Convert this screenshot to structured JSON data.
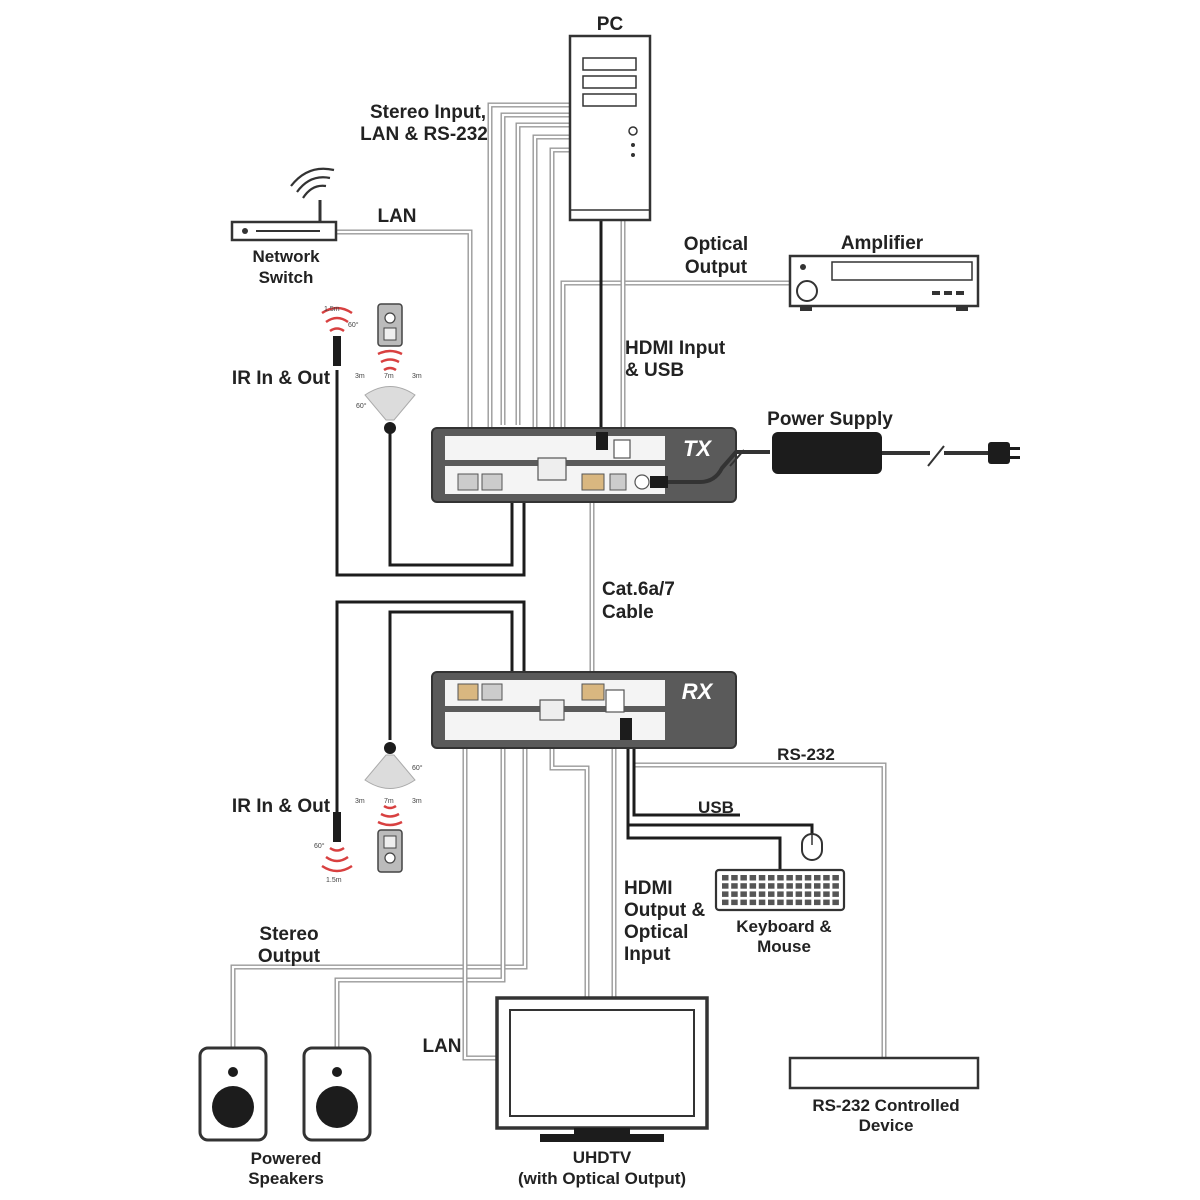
{
  "labels": {
    "pc": "PC",
    "stereo_input": [
      "Stereo Input,",
      "LAN & RS-232"
    ],
    "lan_top": "LAN",
    "network_switch": [
      "Network",
      "Switch"
    ],
    "optical_output": [
      "Optical",
      "Output"
    ],
    "amplifier": "Amplifier",
    "hdmi_input": [
      "HDMI Input",
      "& USB"
    ],
    "ir_top": "IR In & Out",
    "power_supply": "Power Supply",
    "tx": "TX",
    "cat_cable": [
      "Cat.6a/7",
      "Cable"
    ],
    "rx": "RX",
    "rs232_top": "RS-232",
    "usb": "USB",
    "ir_bottom": "IR In & Out",
    "hdmi_output": [
      "HDMI",
      "Output &",
      "Optical",
      "Input"
    ],
    "keyboard_mouse": [
      "Keyboard &",
      "Mouse"
    ],
    "stereo_output": [
      "Stereo",
      "Output"
    ],
    "lan_bottom": "LAN",
    "powered_speakers": [
      "Powered",
      "Speakers"
    ],
    "uhdtv": [
      "UHDTV",
      "(with Optical Output)"
    ],
    "rs232_device": [
      "RS-232 Controlled",
      "Device"
    ]
  },
  "ir_marks": {
    "dist_a": "1.5m",
    "angle": "60°",
    "dist_b": "3m",
    "dist_c": "7m"
  },
  "colors": {
    "cable": "#9a9a9a",
    "device_body": "#5a5a5a",
    "device_panel": "#f4f4f4",
    "ir_wave": "#d84040"
  }
}
